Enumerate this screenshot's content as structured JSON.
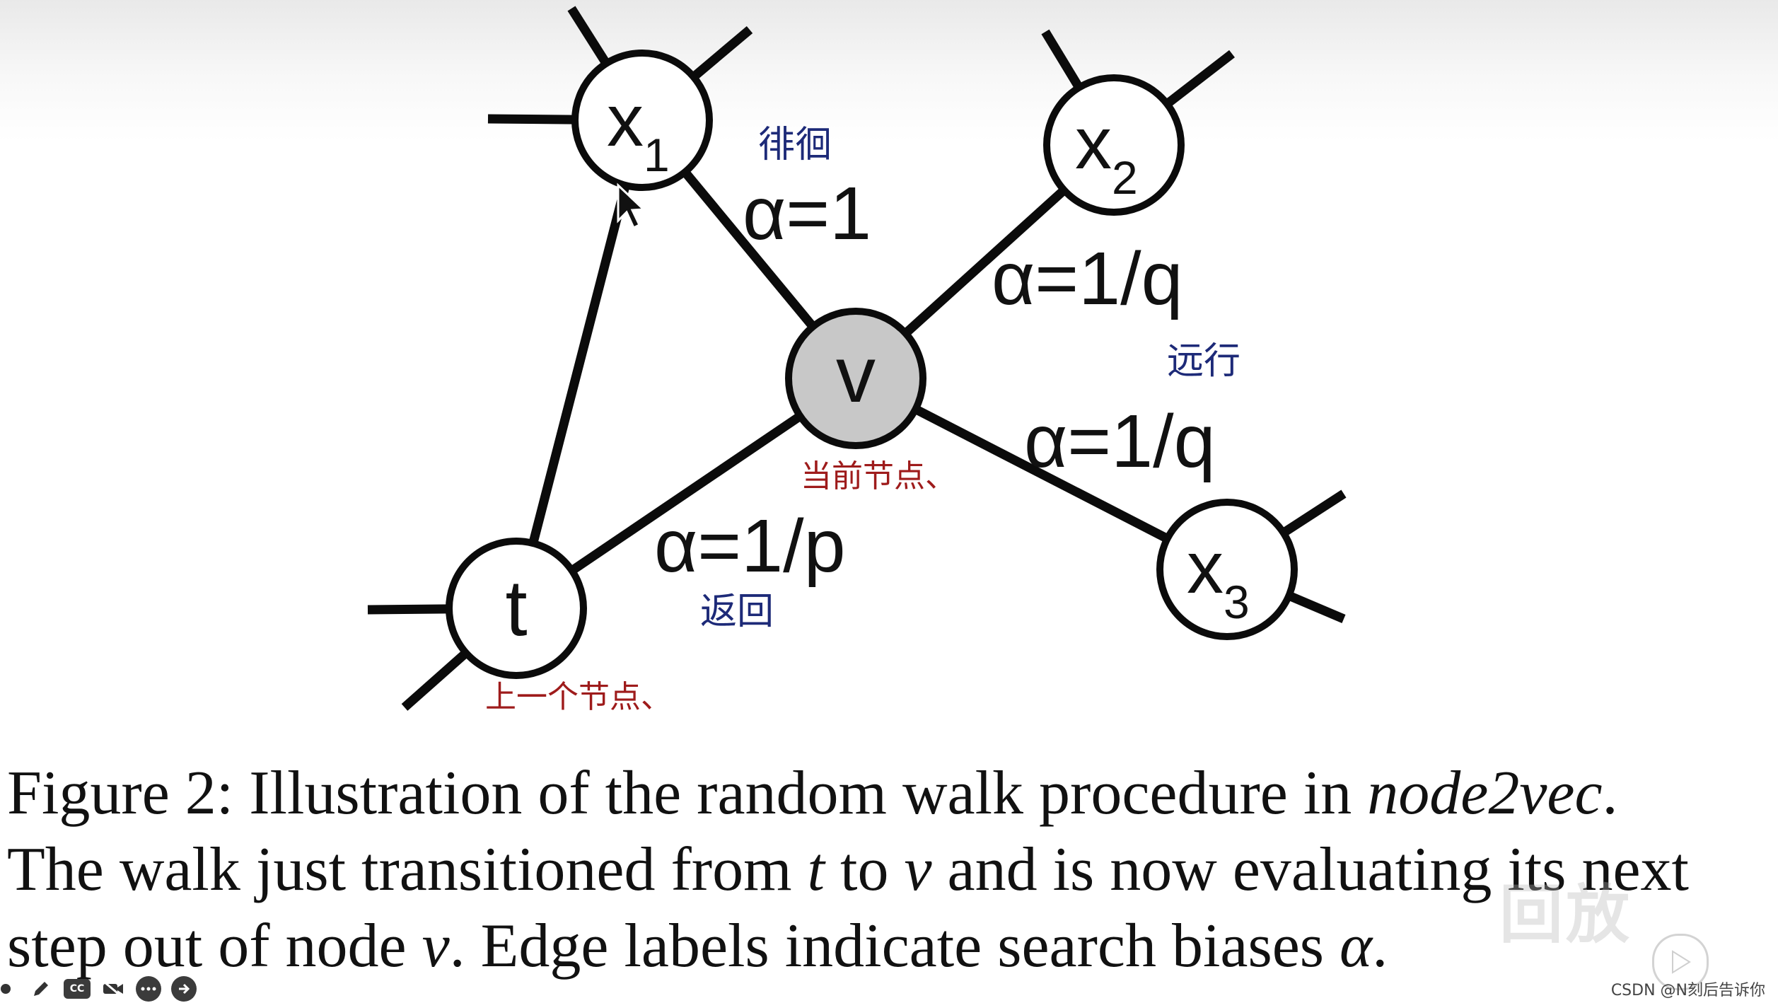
{
  "nodes": {
    "x1": {
      "base": "x",
      "sub": "1"
    },
    "x2": {
      "base": "x",
      "sub": "2"
    },
    "x3": {
      "base": "x",
      "sub": "3"
    },
    "v": {
      "label": "v"
    },
    "t": {
      "label": "t"
    }
  },
  "edge_labels": {
    "v_x1": "α=1",
    "v_x2": "α=1/q",
    "v_x3": "α=1/q",
    "v_t": "α=1/p"
  },
  "annotations": {
    "linger": "徘徊",
    "far": "远行",
    "back": "返回",
    "current_node": "当前节点、",
    "previous_node": "上一个节点、"
  },
  "caption": {
    "line1_prefix": "Figure 2: Illustration of the random walk procedure in ",
    "line1_italic": "node2vec",
    "line1_suffix": ".",
    "line2_a": "The walk just transitioned from ",
    "line2_t": "t",
    "line2_b": " to ",
    "line2_v": "v",
    "line2_c": " and is now evaluating its next",
    "line3_a": "step out of node ",
    "line3_v": "v",
    "line3_b": ". Edge labels indicate search biases ",
    "line3_alpha": "α",
    "line3_c": "."
  },
  "overlay": {
    "credit": "CSDN @N刻后告诉你",
    "watermark": "回放",
    "cc_label": "CC"
  },
  "colors": {
    "current_node_fill": "#c8c8c8",
    "annotation_blue": "#1d2a78",
    "annotation_red": "#9e1b1b"
  }
}
